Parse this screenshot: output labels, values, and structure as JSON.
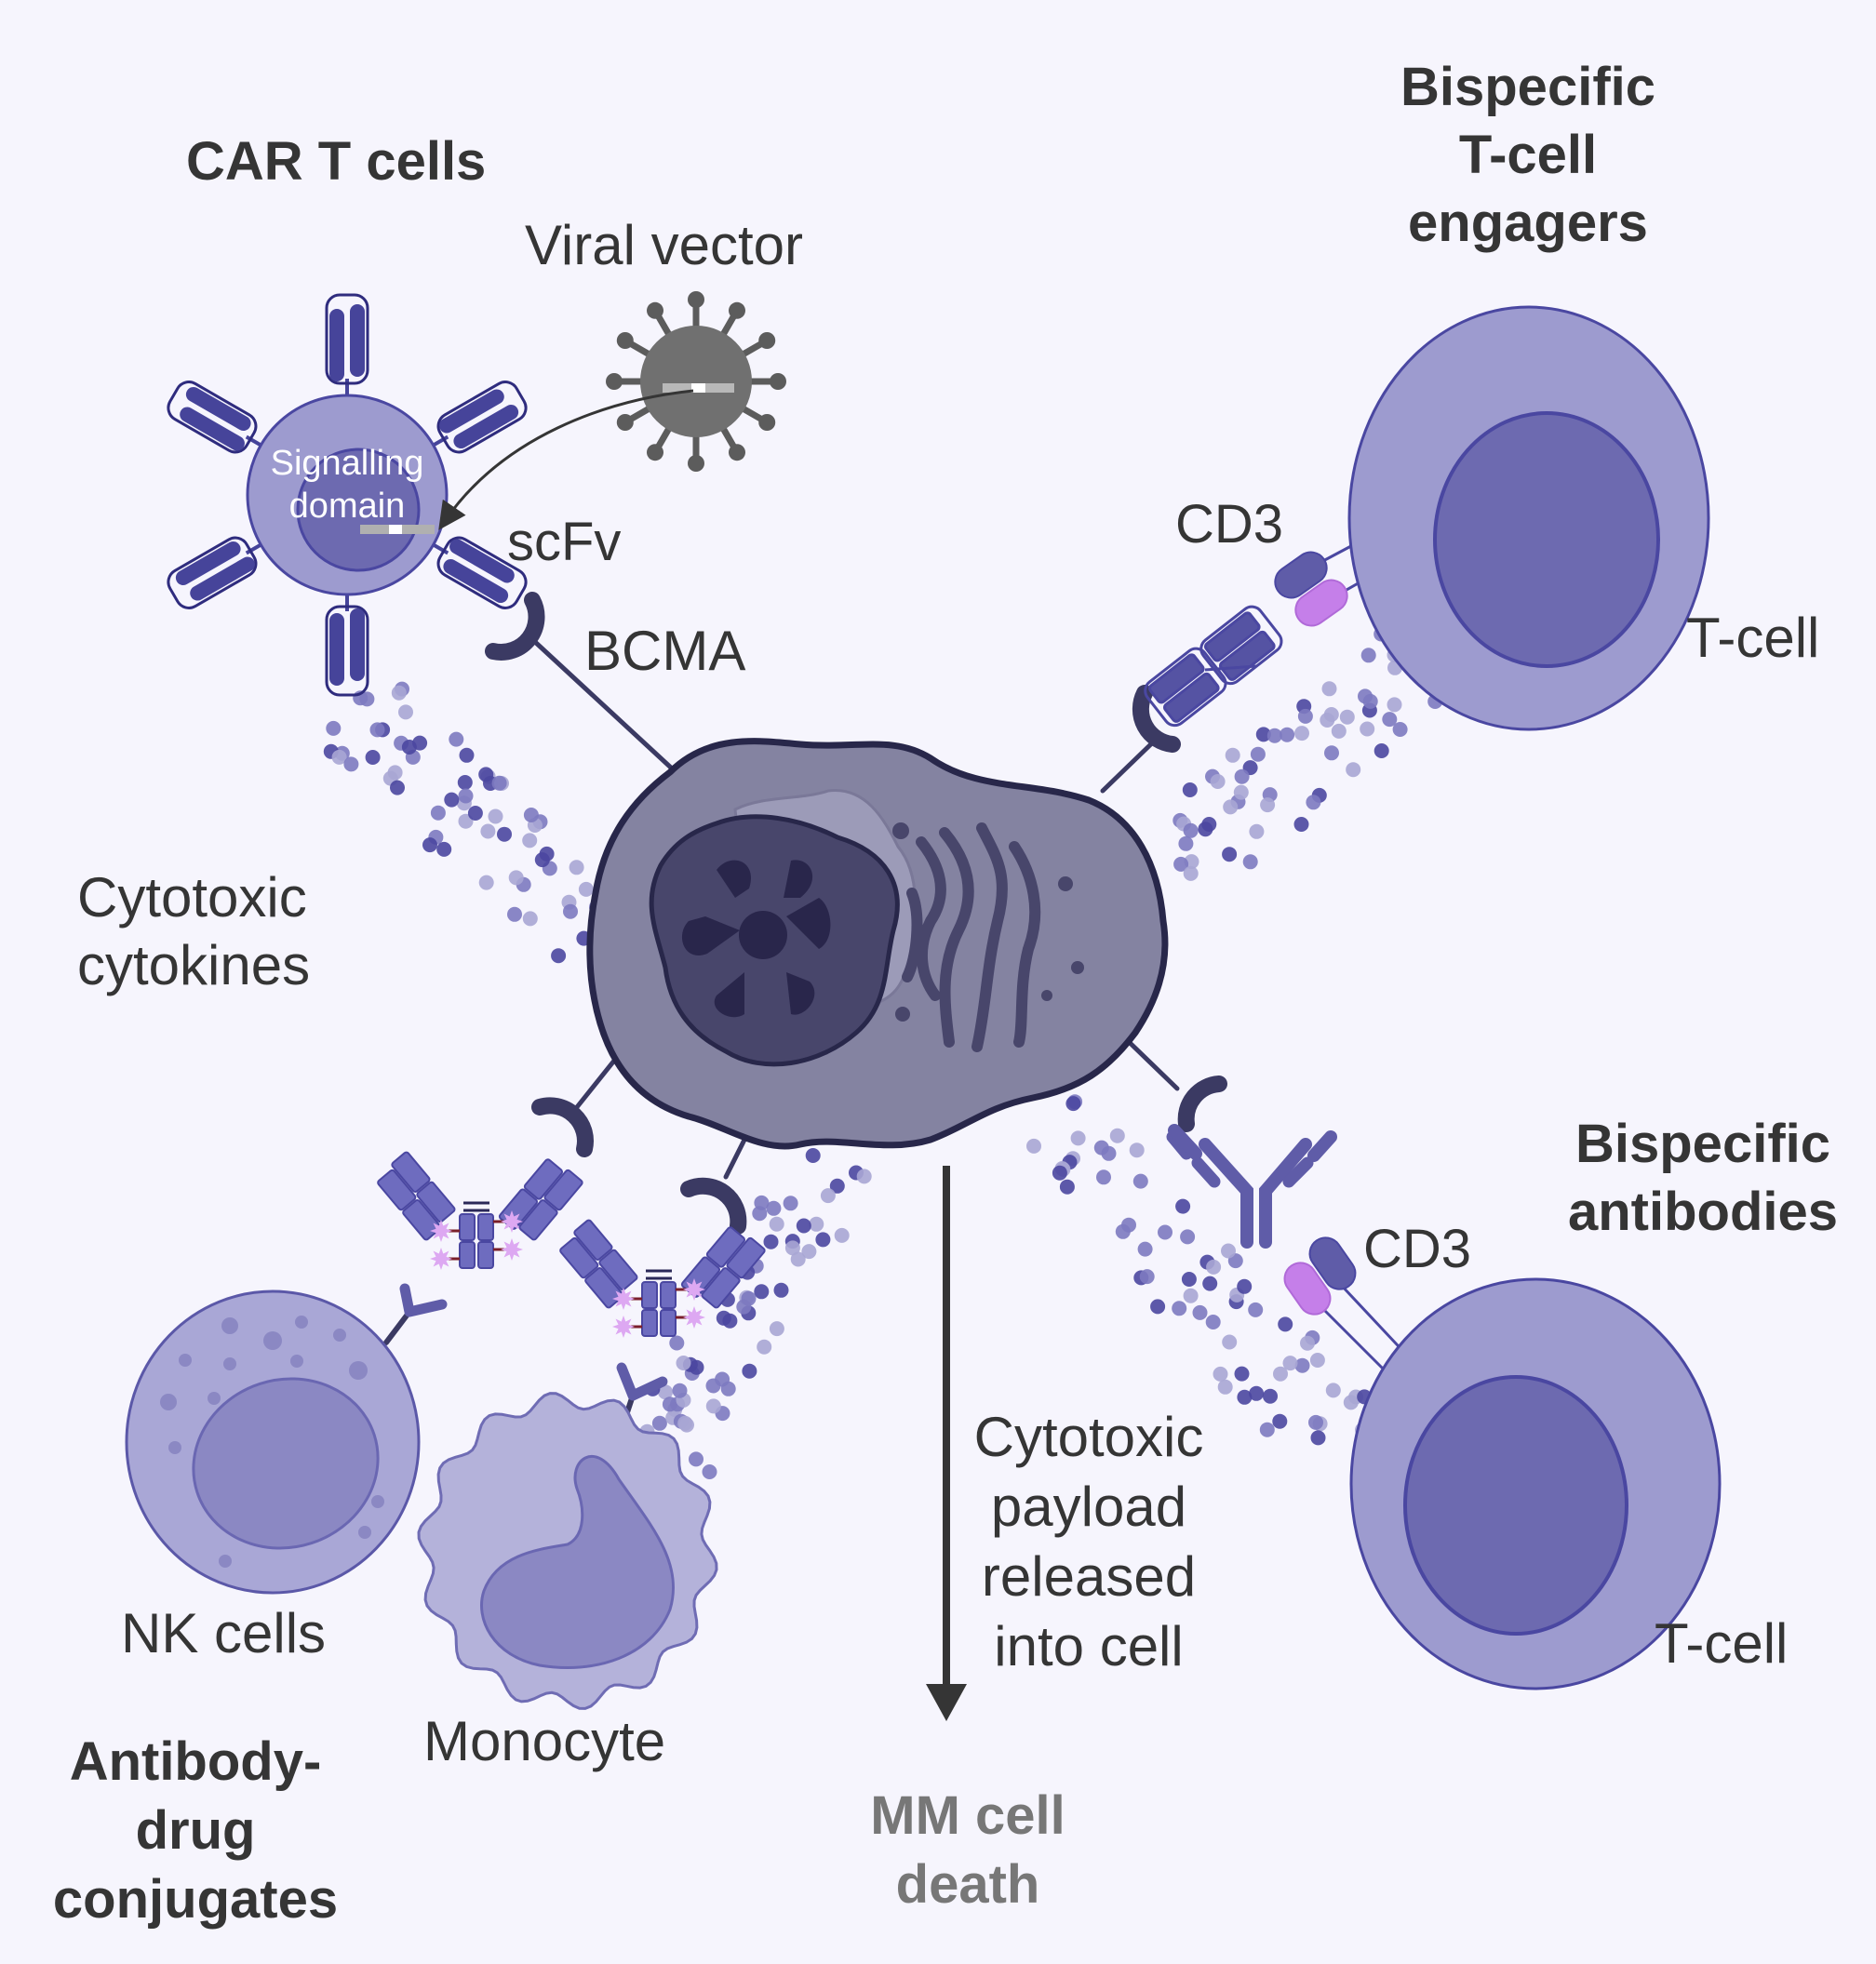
{
  "colors": {
    "background": "#f6f5fd",
    "text": "#353535",
    "text_muted": "#777777",
    "mm_cell_body": "#8483a1",
    "mm_cell_outline": "#28274a",
    "mm_nucleus": "#48466b",
    "mm_nucleus_dark": "#29264b",
    "tcell_outer": "#9d9bcf",
    "tcell_nucleus": "#6d6ab0",
    "cell_outline": "#4a47a1",
    "nk_outer": "#a9a7d6",
    "nk_nucleus": "#8b88c3",
    "monocyte_outer": "#b4b2da",
    "receptor": "#46449a",
    "bcma": "#3b3a63",
    "cd3_purple": "#5f5ca8",
    "cd3_pink": "#c57fe9",
    "drug_payload": "#dda8f2",
    "virus": "#707070",
    "cytokine_light": "#a8a6d4",
    "cytokine_mid": "#7d7ac0",
    "cytokine_dark": "#4b47a0"
  },
  "labels": {
    "car_t_title": "CAR T cells",
    "viral_vector": "Viral vector",
    "signalling_domain": [
      "Signalling",
      "domain"
    ],
    "scfv": "scFv",
    "bcma": "BCMA",
    "bite_title": [
      "Bispecific",
      "T-cell",
      "engagers"
    ],
    "cd3_top": "CD3",
    "tcell_top": "T-cell",
    "cytotoxic_cytokines": [
      "Cytotoxic",
      "cytokines"
    ],
    "bispecific_antibodies_title": [
      "Bispecific",
      "antibodies"
    ],
    "cd3_bottom": "CD3",
    "tcell_bottom": "T-cell",
    "nk_cells": "NK cells",
    "monocyte": "Monocyte",
    "adc_title": [
      "Antibody-",
      "drug",
      "conjugates"
    ],
    "payload": [
      "Cytotoxic",
      "payload",
      "released",
      "into cell"
    ],
    "mm_cell_death": [
      "MM cell",
      "death"
    ]
  }
}
